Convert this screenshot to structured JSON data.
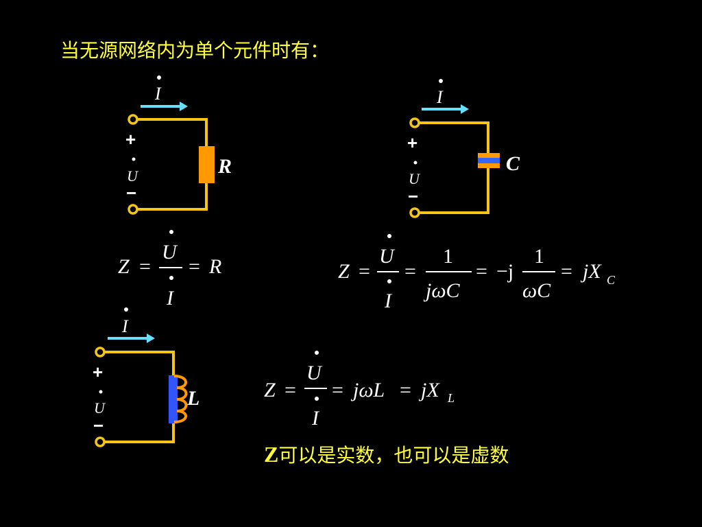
{
  "title": "当无源网络内为单个元件时有：",
  "circuits": {
    "resistor": {
      "current": "I",
      "voltage": "U",
      "plus": "+",
      "minus": "−",
      "label": "R"
    },
    "capacitor": {
      "current": "I",
      "voltage": "U",
      "plus": "+",
      "minus": "−",
      "label": "C"
    },
    "inductor": {
      "current": "I",
      "voltage": "U",
      "plus": "+",
      "minus": "−",
      "label": "L"
    }
  },
  "formulas": {
    "resistor": {
      "Z": "Z",
      "eq": "=",
      "num": "U",
      "den": "I",
      "result": "R"
    },
    "capacitor": {
      "Z": "Z",
      "eq": "=",
      "num": "U",
      "den": "I",
      "f1_num": "1",
      "f1_den": "jωC",
      "neg_j": "−j",
      "f2_num": "1",
      "f2_den": "ωC",
      "jX": "jX",
      "sub": "C"
    },
    "inductor": {
      "Z": "Z",
      "eq": "=",
      "num": "U",
      "den": "I",
      "jwL": "jωL",
      "jX": "jX",
      "sub": "L"
    }
  },
  "footer": {
    "z": "Z",
    "text": "可以是实数，也可以是虚数"
  },
  "colors": {
    "wire": "#f5c518",
    "arrow": "#66e0ff",
    "resistor": "#ff9900",
    "capacitor_plate": "#3366ff",
    "inductor_core": "#3355ff",
    "text_title": "#ffff33"
  }
}
